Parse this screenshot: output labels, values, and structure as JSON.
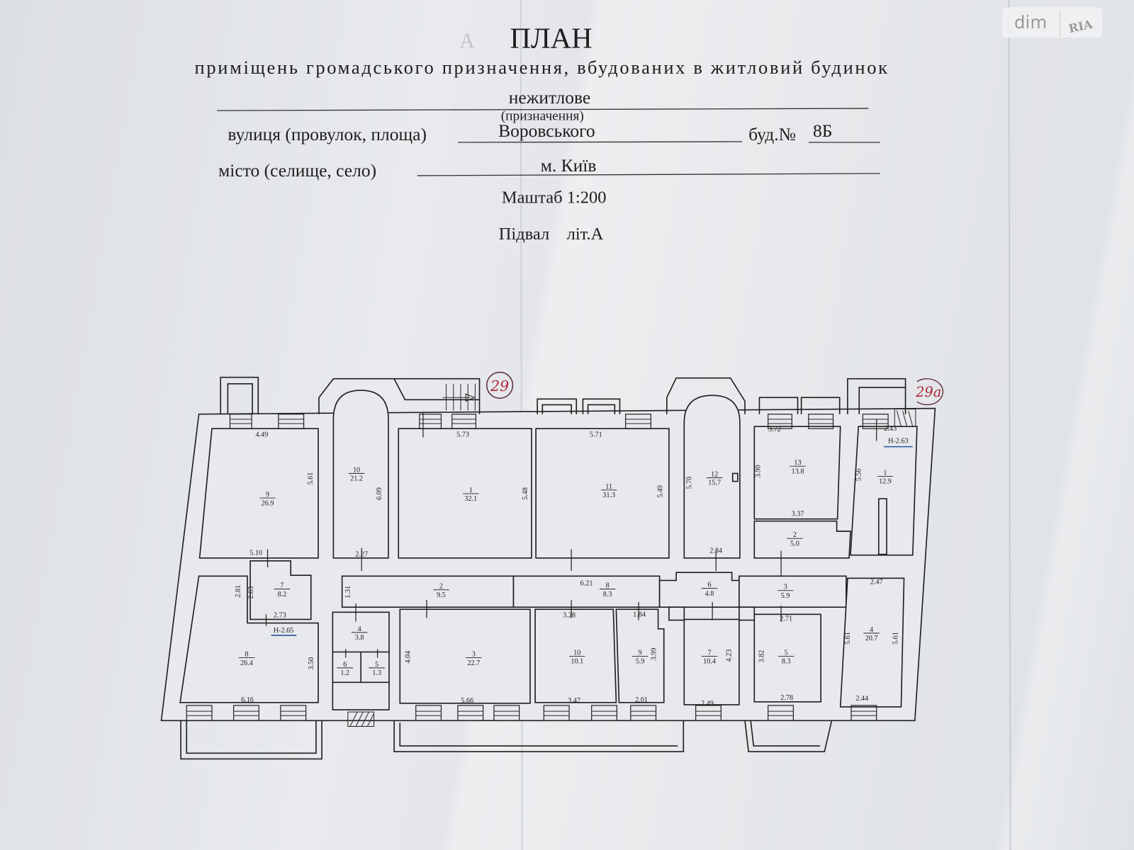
{
  "header": {
    "title": "ПЛАН",
    "faint_letter": "А",
    "subtitle": "приміщень громадського призначення, вбудованих в житловий будинок",
    "purpose_value": "нежитлове",
    "purpose_caption": "(призначення)",
    "street_label": "вулиця (провулок, площа)",
    "street_value": "Воровського",
    "building_label": "буд.№",
    "building_value": "8Б",
    "city_label": "місто (селище, село)",
    "city_value": "м. Київ",
    "scale": "Маштаб 1:200",
    "floor": "Підвал    літ.А"
  },
  "watermark": {
    "left": "dim",
    "right": "RIA"
  },
  "marks": [
    {
      "text": "29",
      "color": "#b0283a"
    },
    {
      "text": "29а",
      "color": "#b0283a"
    }
  ],
  "heights": [
    "Н-2.65",
    "Н-2.63"
  ],
  "height_underline_color": "#2b4fa0",
  "rooms": [
    {
      "number": "9",
      "area": "26.9"
    },
    {
      "number": "10",
      "area": "21.2"
    },
    {
      "number": "1",
      "area": "32.1"
    },
    {
      "number": "11",
      "area": "31.3"
    },
    {
      "number": "12",
      "area": "15.7"
    },
    {
      "number": "13",
      "area": "13.8"
    },
    {
      "number": "2",
      "area": "5.0"
    },
    {
      "number": "1",
      "area": "12.9"
    },
    {
      "number": "7",
      "area": "8.2"
    },
    {
      "number": "2",
      "area": "9.5"
    },
    {
      "number": "8",
      "area": "8.3"
    },
    {
      "number": "6",
      "area": "4.8"
    },
    {
      "number": "3",
      "area": "5.9"
    },
    {
      "number": "8",
      "area": "26.4"
    },
    {
      "number": "4",
      "area": "3.8"
    },
    {
      "number": "6",
      "area": "1.2"
    },
    {
      "number": "5",
      "area": "1.3"
    },
    {
      "number": "3",
      "area": "22.7"
    },
    {
      "number": "10",
      "area": "10.1"
    },
    {
      "number": "9",
      "area": "5.9"
    },
    {
      "number": "7",
      "area": "10.4"
    },
    {
      "number": "5",
      "area": "8.3"
    },
    {
      "number": "4",
      "area": "20.7"
    }
  ],
  "dimensions": [
    "4.49",
    "5.61",
    "5.10",
    "6.09",
    "2.27",
    "5.73",
    "5.48",
    "5.71",
    "5.49",
    "5.70",
    "2.34",
    "3.72",
    "3.90",
    "3.37",
    "2.43",
    "5.56",
    "2.81",
    "2.63",
    "2.73",
    "1.31",
    "6.21",
    "3.50",
    "6.16",
    "4.04",
    "5.66",
    "3.28",
    "3.47",
    "1.84",
    "3.99",
    "2.01",
    "4.23",
    "2.49",
    "2.71",
    "3.82",
    "2.78",
    "2.47",
    "5.61",
    "5.61",
    "2.44"
  ]
}
